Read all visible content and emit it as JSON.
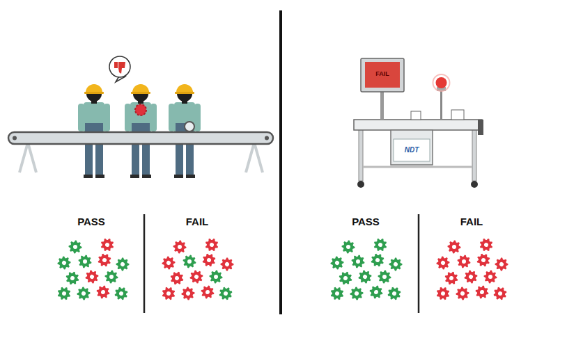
{
  "diagram": {
    "labels": [
      "FAIL",
      "NDT",
      "PASS",
      "FAIL",
      "PASS",
      "FAIL"
    ]
  }
}
